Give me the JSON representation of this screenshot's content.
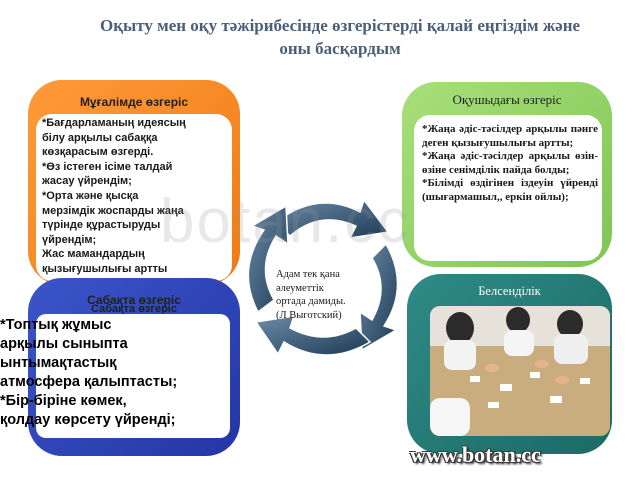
{
  "title": {
    "line1": "Оқыту мен оқу тәжірибесінде өзгерістерді қалай еңгіздім және",
    "line2": "оны басқардым"
  },
  "teacher_panel": {
    "title": "Мұғалімде өзгеріс",
    "color": "#f58220",
    "lines": [
      "*Бағдарламаның идеясың",
      "білу арқылы сабаққа",
      "көзқарасым өзгерді.",
      "*Өз  істеген ісіме талдай",
      "жасау үйрендім;",
      "*Орта және қысқа",
      "мерзімдік жоспарды жаңа",
      "түрінде құрастыруды",
      "үйрендім;",
      "Жас мамандардың",
      "қызығушылығы артты"
    ]
  },
  "student_panel": {
    "title": "Оқушыдағы өзгеріс",
    "color": "#8cd05e",
    "lines": [
      "*Жаңа әдіс-тәсілдер арқылы пәнге деген қызығушылығы артты;",
      "*Жаңа әдіс-тәсілдер арқылы өзін-өзіне сенімділік пайда болды;",
      "*Білімді өздігінен іздеуін үйренді (шығармашыл,, еркін ойлы);"
    ]
  },
  "lesson_panel": {
    "title": "Сабақта өзгеріс",
    "title_shadow": "Сабақта өзгеріс",
    "color": "#2e45b8",
    "lines": [
      "*Топтық жұмыс",
      " арқылы сыныпта",
      " ынтымақтастық",
      "атмосфера қалыптасты;",
      "*Бір-біріне көмек,",
      "қолдау көрсету үйренді;"
    ]
  },
  "active_panel": {
    "title": "Белсенділік",
    "color": "#237a76"
  },
  "center": {
    "lines": [
      "Адам тек қана",
      "әлеуметтік",
      "ортада дамиды.",
      "(Л Выготский)"
    ]
  },
  "watermark": "botan.cc",
  "url": "www.botan.cc"
}
